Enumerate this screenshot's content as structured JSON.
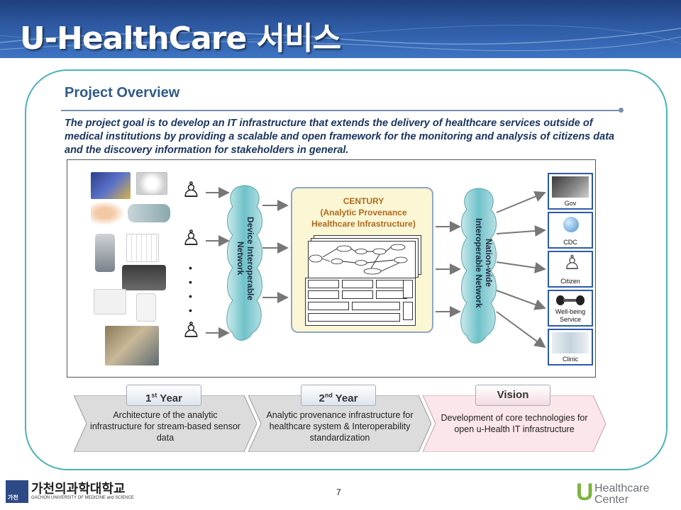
{
  "slide_title": "U-HealthCare 서비스",
  "overview": {
    "heading": "Project Overview",
    "goal_text": "The project goal is to develop an IT infrastructure that extends the delivery of healthcare services outside of medical institutions by providing a scalable and open framework for the monitoring and analysis of citizens data and the discovery information for stakeholders in general."
  },
  "diagram": {
    "device_network_label": "Device Interoperable Network",
    "nation_network_label": "Nation-wide Interoperable Network",
    "century_title": "CENTURY",
    "century_subtitle_line1": "(Analytic Provenance",
    "century_subtitle_line2": "Healthcare Infrastructure)",
    "stakeholders": [
      {
        "label": "Gov",
        "icon": "building-photo-icon"
      },
      {
        "label": "CDC",
        "icon": "globe-caduceus-icon"
      },
      {
        "label": "Citizen",
        "icon": "person-figure-icon"
      },
      {
        "label": "Well-being Service",
        "icon": "dumbbell-icon"
      },
      {
        "label": "Clinic",
        "icon": "doctors-photo-icon"
      }
    ],
    "devices": [
      "map-photo-icon",
      "scale-photo-icon",
      "glove-photo-icon",
      "sensor-photo-icon",
      "phone-photo-icon",
      "calendar-photo-icon",
      "blood-pressure-monitor-icon",
      "wall-sensor-icon",
      "motion-sensor-icon",
      "elderly-person-photo-icon"
    ],
    "people_icon": "human-figure-icon"
  },
  "phases": [
    {
      "tab": "1st Year",
      "tab_base": "1",
      "tab_sup": "st",
      "tab_rest": " Year",
      "text": "Architecture of the analytic infrastructure for stream-based sensor data"
    },
    {
      "tab": "2nd Year",
      "tab_base": "2",
      "tab_sup": "nd",
      "tab_rest": " Year",
      "text": "Analytic provenance infrastructure for healthcare system & Interoperability standardization"
    },
    {
      "tab": "Vision",
      "text": "Development of core technologies for open u-Health IT infrastructure"
    }
  ],
  "footer": {
    "univ_korean": "가천의과학대학교",
    "univ_english": "GACHON UNIVERSITY OF MEDICINE and SCIENCE",
    "logo_mark": "가천",
    "page_number": "7",
    "healthcare_u": "U",
    "healthcare_line1": "Healthcare",
    "healthcare_line2": "Center"
  },
  "colors": {
    "banner": "#2e5aa3",
    "panel_border": "#4bb3b6",
    "century_fill": "#fbf6d3",
    "vision_fill": "#fbe6ea",
    "phase_fill": "#dcdcdc"
  }
}
